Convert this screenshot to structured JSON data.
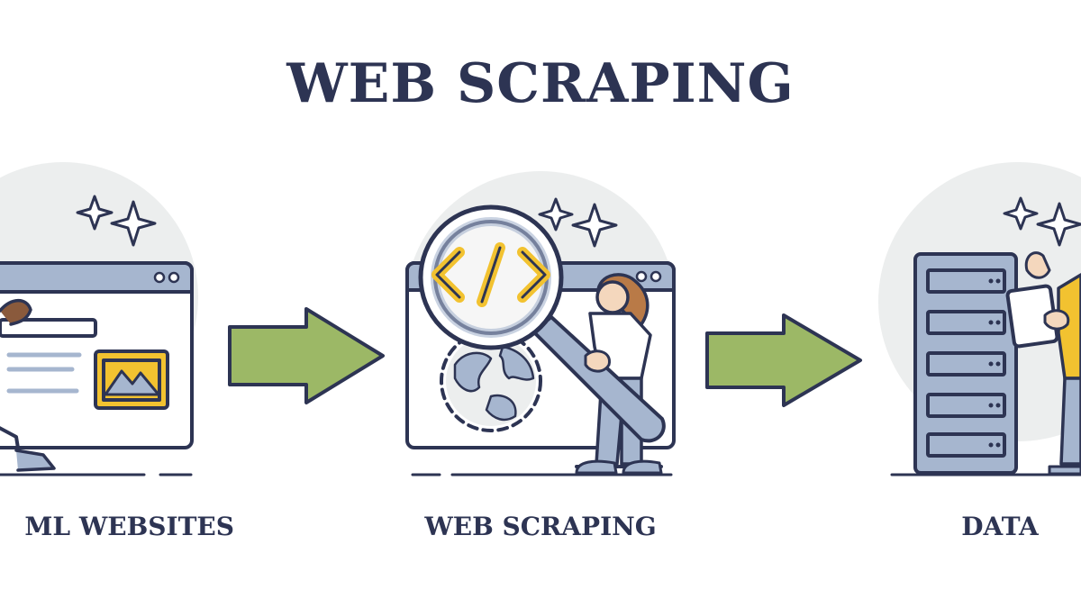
{
  "title": "WEB SCRAPING",
  "steps": [
    {
      "label": "ML WEBSITES",
      "icon": "browser-window-icon"
    },
    {
      "label": "WEB SCRAPING",
      "icon": "magnifier-code-icon"
    },
    {
      "label": "DATA",
      "icon": "server-rack-icon"
    }
  ],
  "colors": {
    "outline": "#2d3453",
    "arrow": "#9cb866",
    "accent_yellow": "#f2c230",
    "panel_blue": "#a6b6cf",
    "circle_bg": "#eceeee"
  }
}
